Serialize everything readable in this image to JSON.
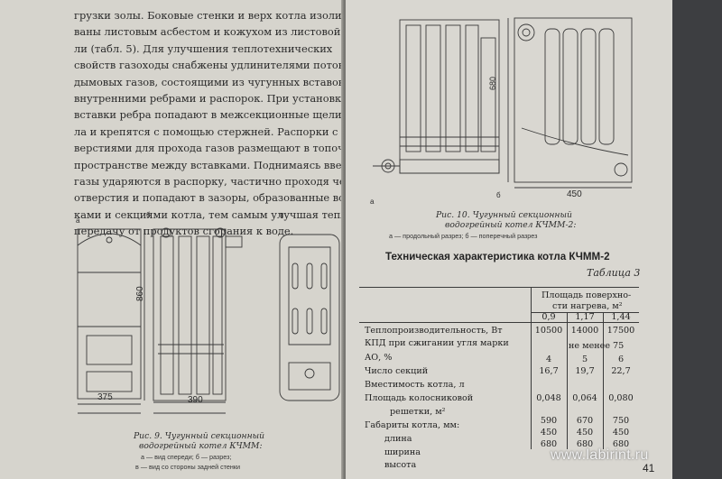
{
  "left_page": {
    "body_lines": [
      "грузки золы. Боковые стенки и верх котла изолиро-",
      "ваны листовым асбестом и кожухом из листовой ста-",
      "ли (табл. 5). Для улучшения теплотехнических",
      "свойств газоходы снабжены удлинителями потока",
      "дымовых газов, состоящими из чугунных вставок с",
      "внутренними ребрами и распорок. При установке",
      "вставки ребра попадают в межсекционные щели кот-",
      "ла и крепятся с помощью стержней. Распорки с от-",
      "верстиями для прохода газов размещают в топочном",
      "пространстве между вставками. Поднимаясь вверх",
      "газы ударяются в распорку, частично проходя через",
      "отверстия и попадают в зазоры, образованные встав-",
      "ками и секциями котла, тем самым улучшая тепло-",
      "передачу от продуктов сгорания к воде."
    ],
    "figure": {
      "labels": {
        "a": "а",
        "b": "б",
        "v": "в"
      },
      "dims": {
        "height": "860",
        "width_front": "375",
        "width_side": "390"
      },
      "caption_title_line1": "Рис. 9. Чугунный секционный",
      "caption_title_line2": "водогрейный котел КЧММ:",
      "caption_sub_line1": "а — вид спереди; б — разрез;",
      "caption_sub_line2": "в — вид со стороны задней стенки"
    }
  },
  "right_page": {
    "figure": {
      "labels": {
        "a": "а",
        "b": "б"
      },
      "dims": {
        "height": "680",
        "width": "450"
      },
      "caption_title_line1": "Рис. 10. Чугунный секционный",
      "caption_title_line2": "водогрейный котел КЧММ-2:",
      "caption_sub": "а — продольный разрез; б — поперечный разрез"
    },
    "table_title": "Техническая характеристика котла КЧММ-2",
    "table_number": "Таблица 3",
    "table": {
      "header_line1": "Площадь поверхно-",
      "header_line2": "сти нагрева, м²",
      "columns": [
        "0,9",
        "1,17",
        "1,44"
      ],
      "rows": [
        {
          "label": "Теплопроизводительность, Вт",
          "values": [
            "10500",
            "14000",
            "17500"
          ]
        },
        {
          "label": "КПД при сжигании угля марки",
          "span": "не менее 75"
        },
        {
          "label": "АО, %",
          "values": [
            "4",
            "5",
            "6"
          ]
        },
        {
          "label": "Число секций",
          "values": [
            "16,7",
            "19,7",
            "22,7"
          ]
        },
        {
          "label": "Вместимость котла, л",
          "values": [
            "",
            "",
            ""
          ]
        },
        {
          "label": "Площадь колосниковой",
          "values": [
            "",
            "",
            ""
          ]
        },
        {
          "label": "решетки, м²",
          "values": [
            "0,048",
            "0,064",
            "0,080"
          ]
        },
        {
          "label": "Габариты котла, мм:",
          "values": [
            "590",
            "670",
            "750"
          ]
        },
        {
          "label": "длина",
          "values": [
            "450",
            "450",
            "450"
          ]
        },
        {
          "label": "ширина",
          "values": [
            "680",
            "680",
            "680"
          ]
        },
        {
          "label": "высота",
          "values": [
            "",
            "",
            ""
          ]
        }
      ]
    },
    "page_number": "41",
    "watermark": "www.labirint.ru"
  }
}
